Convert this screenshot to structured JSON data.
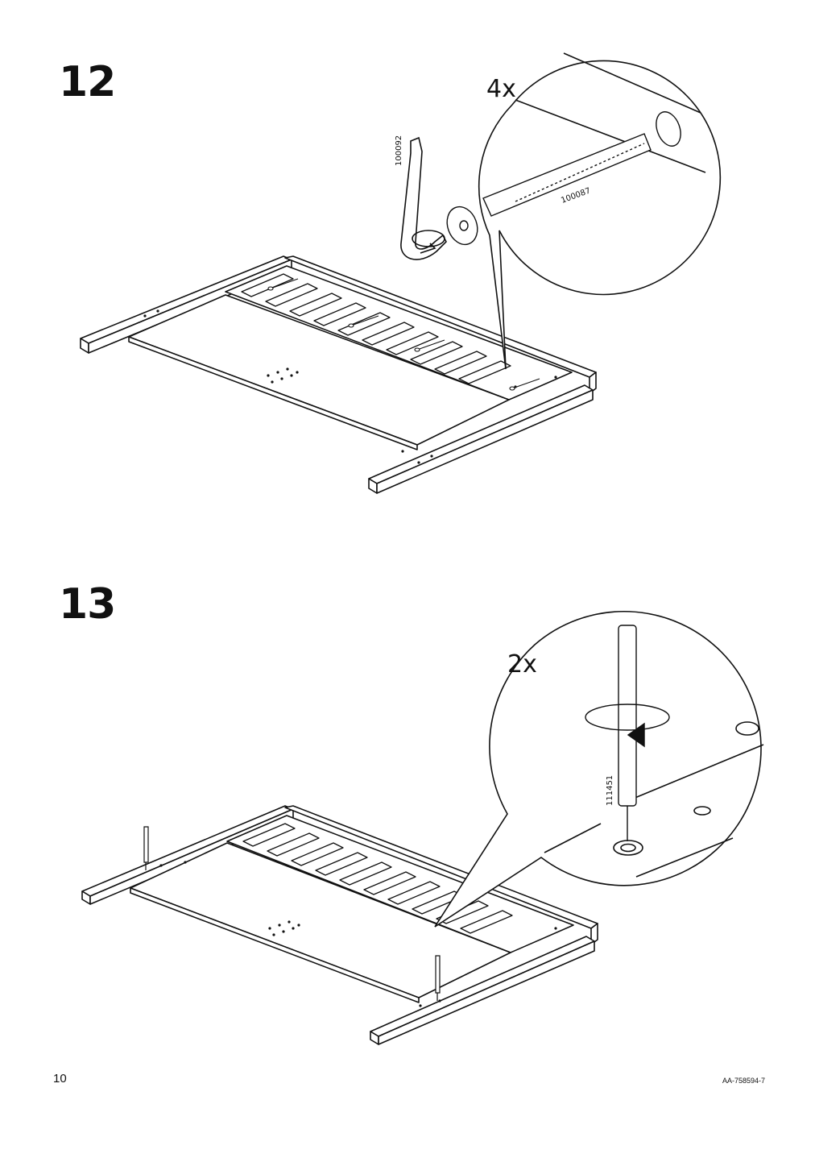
{
  "steps": [
    {
      "number": "12",
      "quantity_label": "4x",
      "parts": {
        "allen_key": "100092",
        "bolt": "100087"
      }
    },
    {
      "number": "13",
      "quantity_label": "2x",
      "parts": {
        "dowel_screw": "111451"
      }
    }
  ],
  "footer": {
    "page_number": "10",
    "document_id": "AA-758594-7"
  }
}
